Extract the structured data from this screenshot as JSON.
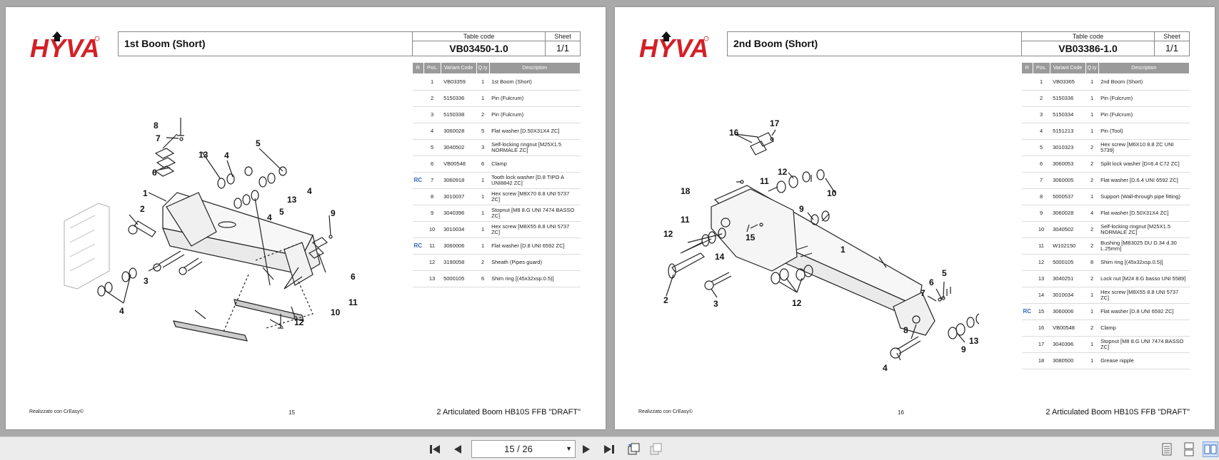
{
  "pages": [
    {
      "logo_text": "HYVA",
      "title": "1st Boom (Short)",
      "table_code_label": "Table code",
      "table_code": "VB03450-1.0",
      "sheet_label": "Sheet",
      "sheet": "1/1",
      "columns": [
        "R",
        "Pos.",
        "Variant Code",
        "Q.ty",
        "Description"
      ],
      "rows": [
        {
          "r": "",
          "pos": "1",
          "code": "VB03359",
          "qty": "1",
          "desc": "1st Boom (Short)"
        },
        {
          "r": "",
          "pos": "2",
          "code": "5150336",
          "qty": "1",
          "desc": "Pin (Fulcrum)"
        },
        {
          "r": "",
          "pos": "3",
          "code": "5150338",
          "qty": "2",
          "desc": "Pin (Fulcrum)"
        },
        {
          "r": "",
          "pos": "4",
          "code": "3060028",
          "qty": "5",
          "desc": "Flat washer  [D.50X31X4 ZC]"
        },
        {
          "r": "",
          "pos": "5",
          "code": "3040502",
          "qty": "3",
          "desc": "Self-locking ringnut  [M25X1.5 NORMALE ZC]"
        },
        {
          "r": "",
          "pos": "6",
          "code": "VB00548",
          "qty": "6",
          "desc": "Clamp"
        },
        {
          "r": "RC",
          "pos": "7",
          "code": "3060918",
          "qty": "1",
          "desc": "Tooth lock washer  [D.8 TIPO A UNI8842 ZC]"
        },
        {
          "r": "",
          "pos": "8",
          "code": "3010037",
          "qty": "1",
          "desc": "Hex screw  [M8X70 8.8 UNI 5737 ZC]"
        },
        {
          "r": "",
          "pos": "9",
          "code": "3040396",
          "qty": "1",
          "desc": "Stopnut  [M8 8.G UNI 7474 BASSO ZC]"
        },
        {
          "r": "",
          "pos": "10",
          "code": "3010034",
          "qty": "1",
          "desc": "Hex screw  [M8X55 8.8 UNI 5737 ZC]"
        },
        {
          "r": "RC",
          "pos": "11",
          "code": "3060006",
          "qty": "1",
          "desc": "Flat washer  [D.8 UNI 6592 ZC]"
        },
        {
          "r": "",
          "pos": "12",
          "code": "3190058",
          "qty": "2",
          "desc": "Sheath (Pipes guard)"
        },
        {
          "r": "",
          "pos": "13",
          "code": "5000105",
          "qty": "6",
          "desc": "Shim ring  [(45x32xsp.0.5)]"
        }
      ],
      "callouts": [
        "1",
        "2",
        "3",
        "4",
        "4",
        "4",
        "5",
        "5",
        "6",
        "7",
        "8",
        "9",
        "10",
        "11",
        "12",
        "13",
        "13"
      ],
      "footer_left": "Realizzato con CrEasy©",
      "page_number": "15",
      "footer_right": "2 Articulated Boom HB10S FFB \"DRAFT\""
    },
    {
      "logo_text": "HYVA",
      "title": "2nd Boom (Short)",
      "table_code_label": "Table code",
      "table_code": "VB03386-1.0",
      "sheet_label": "Sheet",
      "sheet": "1/1",
      "columns": [
        "R",
        "Pos.",
        "Variant Code",
        "Q.ty",
        "Description"
      ],
      "rows": [
        {
          "r": "",
          "pos": "1",
          "code": "VB03365",
          "qty": "1",
          "desc": "2nd Boom (Short)"
        },
        {
          "r": "",
          "pos": "2",
          "code": "5150336",
          "qty": "1",
          "desc": "Pin (Fulcrum)"
        },
        {
          "r": "",
          "pos": "3",
          "code": "5150334",
          "qty": "1",
          "desc": "Pin (Fulcrum)"
        },
        {
          "r": "",
          "pos": "4",
          "code": "5151213",
          "qty": "1",
          "desc": "Pin (Tool)"
        },
        {
          "r": "",
          "pos": "5",
          "code": "3010323",
          "qty": "2",
          "desc": "Hex screw  [M6X10 8.8 ZC UNI 5739]"
        },
        {
          "r": "",
          "pos": "6",
          "code": "3060053",
          "qty": "2",
          "desc": "Split lock washer  [D=6.4 C72 ZC]"
        },
        {
          "r": "",
          "pos": "7",
          "code": "3060005",
          "qty": "2",
          "desc": "Flat washer  [D.6.4 UNI 6592 ZC]"
        },
        {
          "r": "",
          "pos": "8",
          "code": "5000537",
          "qty": "1",
          "desc": "Support (Wall-through pipe fitting)"
        },
        {
          "r": "",
          "pos": "9",
          "code": "3060028",
          "qty": "4",
          "desc": "Flat washer  [D.50X31X4 ZC]"
        },
        {
          "r": "",
          "pos": "10",
          "code": "3040502",
          "qty": "2",
          "desc": "Self-locking ringnut  [M25X1.5 NORMALE ZC]"
        },
        {
          "r": "",
          "pos": "11",
          "code": "W102150",
          "qty": "2",
          "desc": "Bushing  [MB3025 DU D.34 d.30 L.25mm]"
        },
        {
          "r": "",
          "pos": "12",
          "code": "5000105",
          "qty": "8",
          "desc": "Shim ring  [(45x32xsp.0.5)]"
        },
        {
          "r": "",
          "pos": "13",
          "code": "3040251",
          "qty": "2",
          "desc": "Lock nut  [M24 8.G basso UNI 5589]"
        },
        {
          "r": "",
          "pos": "14",
          "code": "3010034",
          "qty": "1",
          "desc": "Hex screw  [M8X55 8.8 UNI 5737 ZC]"
        },
        {
          "r": "RC",
          "pos": "15",
          "code": "3060006",
          "qty": "1",
          "desc": "Flat washer  [D.8 UNI 6592 ZC]"
        },
        {
          "r": "",
          "pos": "16",
          "code": "VB00548",
          "qty": "2",
          "desc": "Clamp"
        },
        {
          "r": "",
          "pos": "17",
          "code": "3040396",
          "qty": "1",
          "desc": "Stopnut  [M8 8.G UNI 7474 BASSO ZC]"
        },
        {
          "r": "",
          "pos": "18",
          "code": "3080500",
          "qty": "1",
          "desc": "Grease nipple"
        }
      ],
      "callouts": [
        "1",
        "2",
        "3",
        "4",
        "5",
        "6",
        "7",
        "8",
        "9",
        "10",
        "11",
        "12",
        "12",
        "13",
        "14",
        "15",
        "16",
        "17",
        "18"
      ],
      "footer_left": "Realizzato con CrEasy©",
      "page_number": "16",
      "footer_right": "2 Articulated Boom HB10S FFB \"DRAFT\""
    }
  ],
  "toolbar": {
    "page_indicator": "15 / 26",
    "icons": [
      "first-page-icon",
      "previous-page-icon",
      "next-page-icon",
      "last-page-icon",
      "rotate-view-icon",
      "fit-page-icon",
      "single-page-view-icon",
      "continuous-view-icon",
      "two-page-view-icon"
    ]
  },
  "colors": {
    "logo_red": "#d32027",
    "rc_blue": "#2e64b8",
    "table_header": "#9a9a9a",
    "viewer_bg": "#a9a9a9"
  }
}
